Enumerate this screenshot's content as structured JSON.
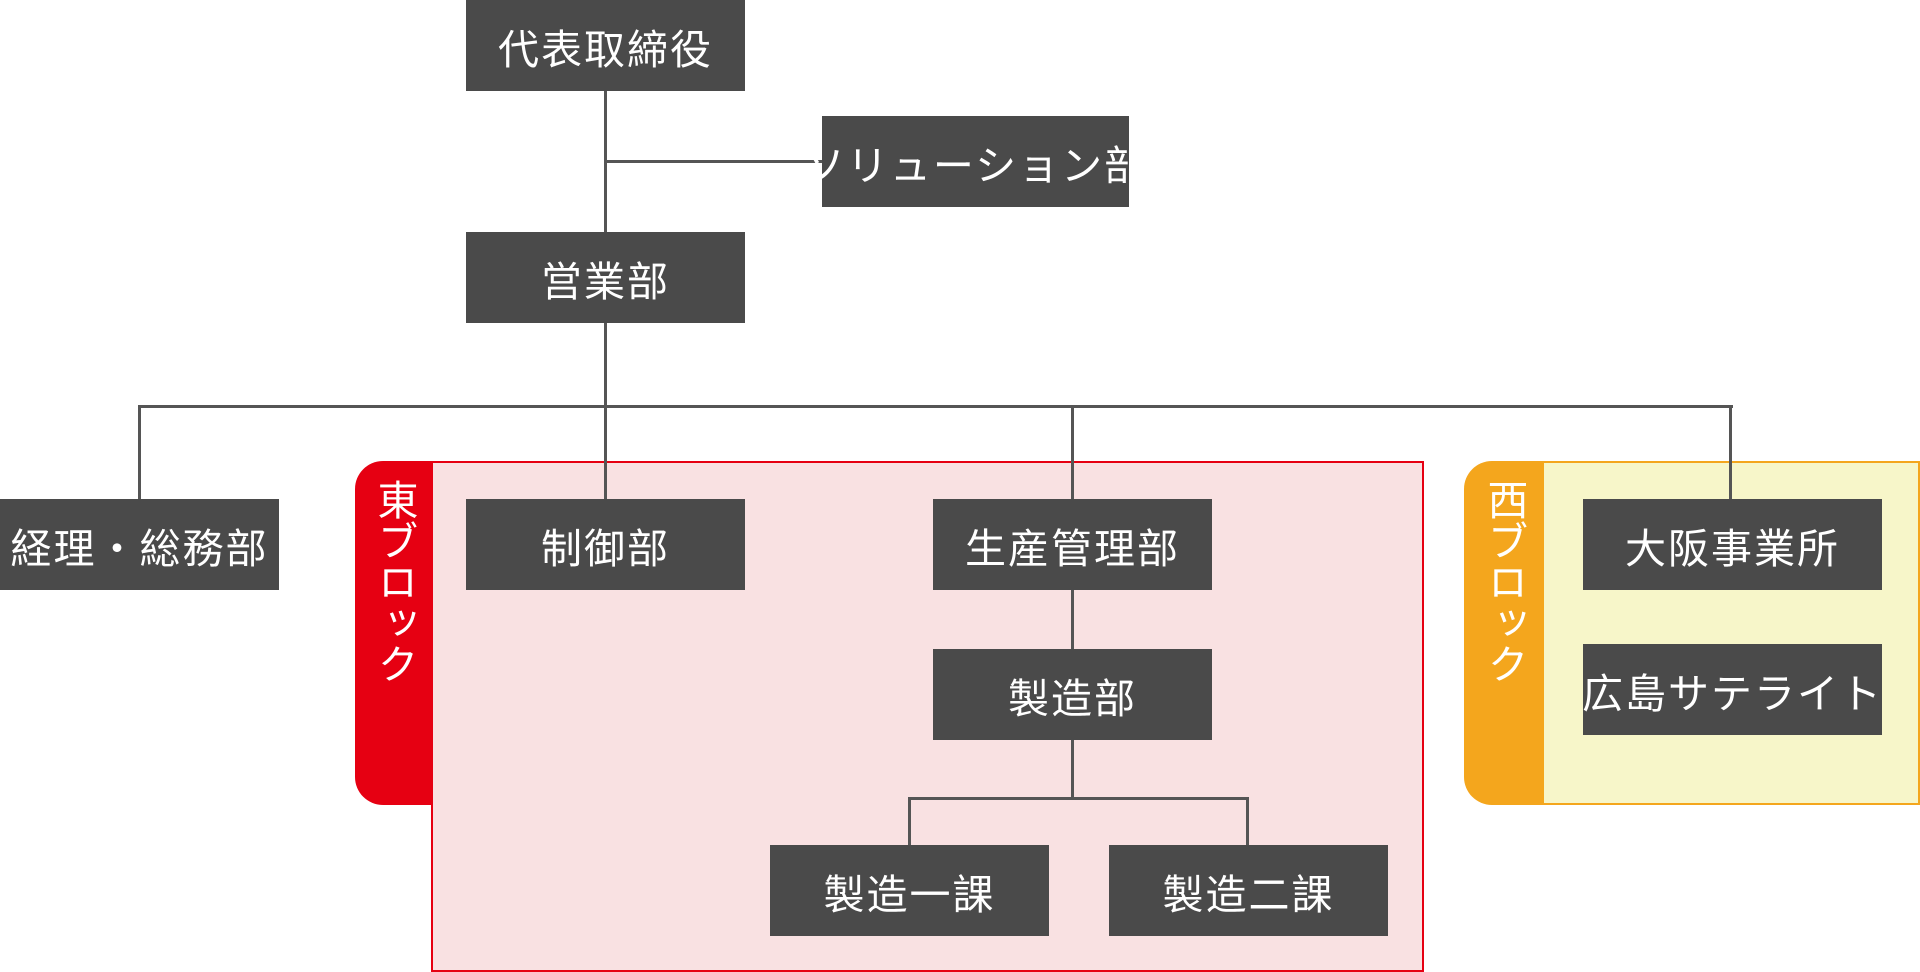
{
  "colors": {
    "box_fill": "#4a4a4a",
    "box_text": "#ffffff",
    "connector": "#555555",
    "east_tab": "#e60012",
    "east_fill": "#f9e1e2",
    "west_tab": "#f4a61d",
    "west_fill": "#f7f6c9"
  },
  "groups": {
    "east": {
      "label": "東ブロック"
    },
    "west": {
      "label": "西ブロック"
    }
  },
  "nodes": {
    "ceo": "代表取締役",
    "solution": "ソリューション部",
    "sales": "営業部",
    "accounting": "経理・総務部",
    "control": "制御部",
    "production_mgmt": "生産管理部",
    "manufacturing": "製造部",
    "mfg_section_1": "製造一課",
    "mfg_section_2": "製造二課",
    "osaka": "大阪事業所",
    "hiroshima": "広島サテライト"
  }
}
